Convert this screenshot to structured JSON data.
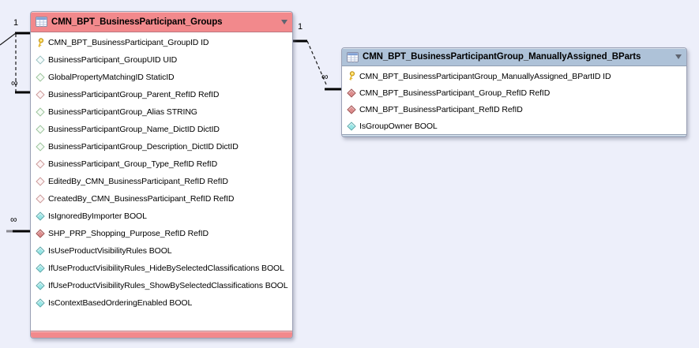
{
  "canvas": {
    "background_color": "#edeffa"
  },
  "tables": [
    {
      "id": "groups",
      "title": "CMN_BPT_BusinessParticipant_Groups",
      "header_color": "#f2898c",
      "fields": [
        {
          "icon": "key",
          "label": "CMN_BPT_BusinessParticipant_GroupID ID"
        },
        {
          "icon": "diamond-outline-teal",
          "label": "BusinessParticipant_GroupUID UID"
        },
        {
          "icon": "diamond-outline-green",
          "label": "GlobalPropertyMatchingID StaticID"
        },
        {
          "icon": "diamond-outline-red",
          "label": "BusinessParticipantGroup_Parent_RefID RefID"
        },
        {
          "icon": "diamond-outline-green",
          "label": "BusinessParticipantGroup_Alias STRING"
        },
        {
          "icon": "diamond-outline-green",
          "label": "BusinessParticipantGroup_Name_DictID DictID"
        },
        {
          "icon": "diamond-outline-green",
          "label": "BusinessParticipantGroup_Description_DictID DictID"
        },
        {
          "icon": "diamond-outline-red",
          "label": "BusinessParticipant_Group_Type_RefID RefID"
        },
        {
          "icon": "diamond-outline-red",
          "label": "EditedBy_CMN_BusinessParticipant_RefID RefID"
        },
        {
          "icon": "diamond-outline-red",
          "label": "CreatedBy_CMN_BusinessParticipant_RefID RefID"
        },
        {
          "icon": "diamond-cyan",
          "label": "IsIgnoredByImporter BOOL"
        },
        {
          "icon": "diamond-red",
          "label": "SHP_PRP_Shopping_Purpose_RefID RefID"
        },
        {
          "icon": "diamond-cyan",
          "label": "IsUseProductVisibilityRules BOOL"
        },
        {
          "icon": "diamond-cyan",
          "label": "IfUseProductVisibilityRules_HideBySelectedClassifications BOOL"
        },
        {
          "icon": "diamond-cyan",
          "label": "IfUseProductVisibilityRules_ShowBySelectedClassifications BOOL"
        },
        {
          "icon": "diamond-cyan",
          "label": "IsContextBasedOrderingEnabled BOOL"
        }
      ]
    },
    {
      "id": "manually_assigned_bparts",
      "title": "CMN_BPT_BusinessParticipantGroup_ManuallyAssigned_BParts",
      "header_color": "#aec2d8",
      "fields": [
        {
          "icon": "key",
          "label": "CMN_BPT_BusinessParticipantGroup_ManuallyAssigned_BPartID ID"
        },
        {
          "icon": "diamond-red",
          "label": "CMN_BPT_BusinessParticipant_Group_RefID RefID"
        },
        {
          "icon": "diamond-red",
          "label": "CMN_BPT_BusinessParticipant_RefID RefID"
        },
        {
          "icon": "diamond-cyan",
          "label": "IsGroupOwner BOOL"
        }
      ]
    }
  ],
  "connectors": {
    "self_reference": {
      "one": "1",
      "many": "∞"
    },
    "shopping_purpose": {
      "many": "∞"
    },
    "group_to_assigned": {
      "one": "1",
      "many": "∞"
    }
  }
}
